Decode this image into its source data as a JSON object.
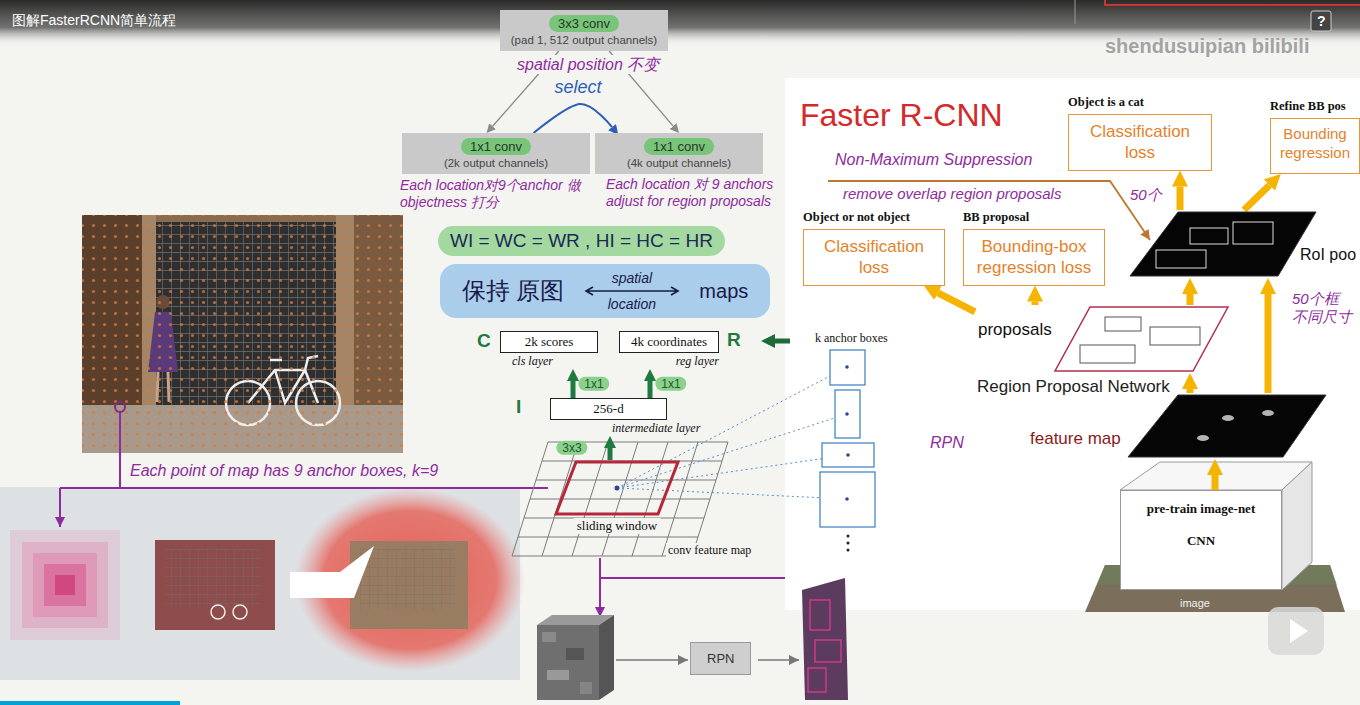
{
  "diagram": {
    "title": "图解FasterRCNN简单流程",
    "nodes": [
      {
        "text": [
          "3x3 conv",
          "(pad 1, 512 output channels)"
        ]
      },
      {
        "text": [
          "1x1 conv",
          "(2k output channels)"
        ]
      },
      {
        "text": [
          "1x1 conv",
          "(4k output channels)"
        ]
      },
      {
        "text": [
          "WI = WC = WR , HI = HC = HR"
        ]
      },
      {
        "text": [
          "保持 原图",
          "spatial",
          "location",
          "maps"
        ]
      },
      {
        "text": [
          "2k scores",
          "cls layer"
        ]
      },
      {
        "text": [
          "4k coordinates",
          "reg layer"
        ]
      },
      {
        "text": [
          "256-d",
          "intermediate layer"
        ]
      },
      {
        "text": [
          "sliding window"
        ]
      },
      {
        "text": [
          "Object is a cat",
          "Classification loss"
        ]
      },
      {
        "text": [
          "Refine BB pos",
          "Bounding regression"
        ]
      },
      {
        "text": [
          "Object or not object",
          "Classification loss"
        ]
      },
      {
        "text": [
          "BB proposal",
          "Bounding-box regression loss"
        ]
      },
      {
        "text": [
          "RoI poo"
        ]
      },
      {
        "text": [
          "proposals"
        ]
      },
      {
        "text": [
          "feature map"
        ]
      },
      {
        "text": [
          "pre-train image-net",
          "CNN"
        ]
      },
      {
        "text": [
          "RPN"
        ]
      }
    ],
    "edges": [
      {
        "from": 0,
        "to": 1,
        "arrow": "to"
      },
      {
        "from": 0,
        "to": 2,
        "arrow": "to"
      },
      {
        "from": 1,
        "to": 2,
        "label": "select",
        "arrow": "to"
      },
      {
        "from": 7,
        "to": 5,
        "label": "1x1",
        "arrow": "to"
      },
      {
        "from": 7,
        "to": 6,
        "label": "1x1",
        "arrow": "to"
      },
      {
        "from": 8,
        "to": 7,
        "label": "3x3",
        "arrow": "to"
      },
      {
        "from": 16,
        "to": 15,
        "arrow": "to"
      },
      {
        "from": 15,
        "to": 14,
        "arrow": "to"
      },
      {
        "from": 15,
        "to": 13,
        "arrow": "to"
      },
      {
        "from": 14,
        "to": 13,
        "arrow": "to"
      },
      {
        "from": 14,
        "to": 11,
        "arrow": "to"
      },
      {
        "from": 14,
        "to": 12,
        "arrow": "to"
      },
      {
        "from": 13,
        "to": 9,
        "arrow": "to"
      },
      {
        "from": 13,
        "to": 10,
        "arrow": "to"
      }
    ],
    "labels": [
      "spatial position 不变",
      "Each location对9个anchor 做objectness 打分",
      "Each location 对 9 anchors adjust for region proposals",
      "C",
      "R",
      "I",
      "k anchor boxes",
      "conv feature map",
      "Each point of map has 9 anchor boxes, k=9",
      "Faster R-CNN",
      "Non-Maximum Suppression",
      "remove overlap region proposals",
      "50个",
      "Region Proposal Network",
      "50个框 不同尺寸",
      "RPN",
      "image",
      "shendusuipian bilibili",
      "?"
    ]
  }
}
